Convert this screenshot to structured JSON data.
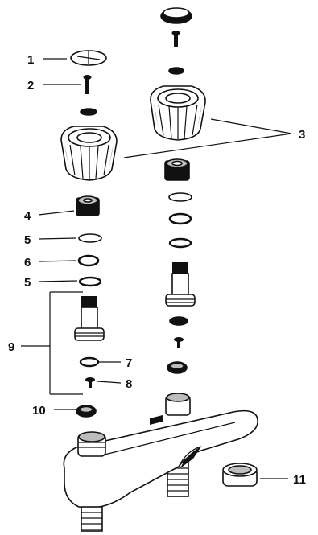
{
  "diagram": {
    "callouts": [
      {
        "id": "c1",
        "text": "1"
      },
      {
        "id": "c2",
        "text": "2"
      },
      {
        "id": "c3",
        "text": "3"
      },
      {
        "id": "c4",
        "text": "4"
      },
      {
        "id": "c5a",
        "text": "5"
      },
      {
        "id": "c6",
        "text": "6"
      },
      {
        "id": "c5b",
        "text": "5"
      },
      {
        "id": "c9",
        "text": "9"
      },
      {
        "id": "c7",
        "text": "7"
      },
      {
        "id": "c8",
        "text": "8"
      },
      {
        "id": "c10",
        "text": "10"
      },
      {
        "id": "c11",
        "text": "11"
      }
    ]
  }
}
